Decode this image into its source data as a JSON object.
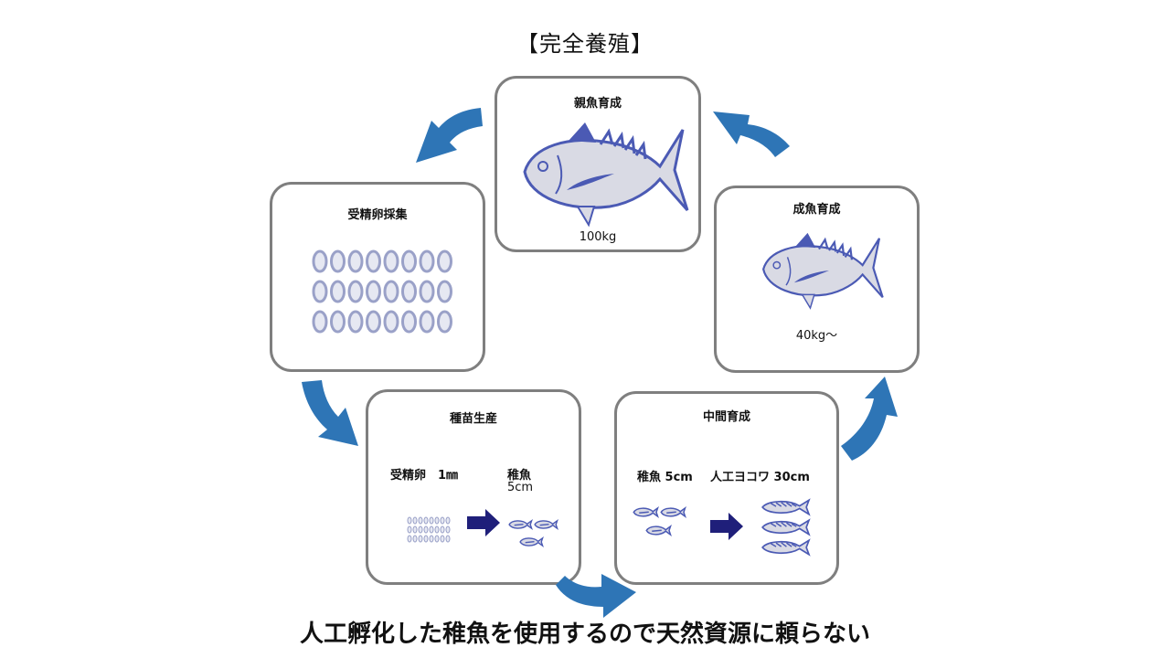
{
  "title": "【完全養殖】",
  "stages": {
    "parent": {
      "title": "親魚育成",
      "weight": "100kg"
    },
    "eggs": {
      "title": "受精卵採集"
    },
    "seed": {
      "title": "種苗生産",
      "egg_label": "受精卵　1㎜",
      "fry_label_1": "稚魚",
      "fry_label_2": "5cm"
    },
    "intermediate": {
      "title": "中間育成",
      "fry_label": "稚魚 5cm",
      "young_label": "人工ヨコワ 30cm"
    },
    "adult": {
      "title": "成魚育成",
      "weight": "40kg～"
    }
  },
  "caption": "人工孵化した稚魚を使用するので天然資源に頼らない",
  "colors": {
    "cycle_arrow": "#2e75b6",
    "step_arrow": "#1f1f7a",
    "card_border": "#7f7f7f",
    "fish_body": "#d9dae4",
    "fish_accent": "#4b5ab4"
  }
}
